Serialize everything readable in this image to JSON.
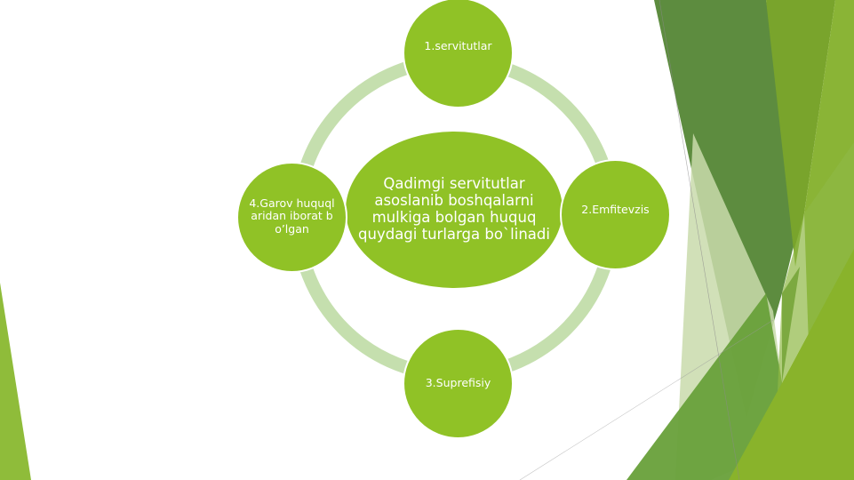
{
  "slide": {
    "background": "#ffffff",
    "accent_color": "#90c226",
    "ring_color": "#c5dfae"
  },
  "diagram": {
    "type": "radial-cycle",
    "center": {
      "label": "Qadimgi servitutlar asoslanib boshqalarni mulkiga bolgan huquq quydagi turlarga bo`linadi"
    },
    "nodes": [
      {
        "position": "top",
        "label": "1.servitutlar"
      },
      {
        "position": "right",
        "label": "2.Emfitevzis"
      },
      {
        "position": "bottom",
        "label": "3.Suprefisiy"
      },
      {
        "position": "left",
        "label": "4.Garov huquqlaridan iborat bo’lgan"
      }
    ]
  },
  "decorations": {
    "right_facets": [
      "#5a8a3b",
      "#78a22f",
      "#8ab436",
      "#549234",
      "#c8daaa",
      "#68a03a",
      "#90b830"
    ],
    "left_wedge": "#8fbc3a"
  }
}
